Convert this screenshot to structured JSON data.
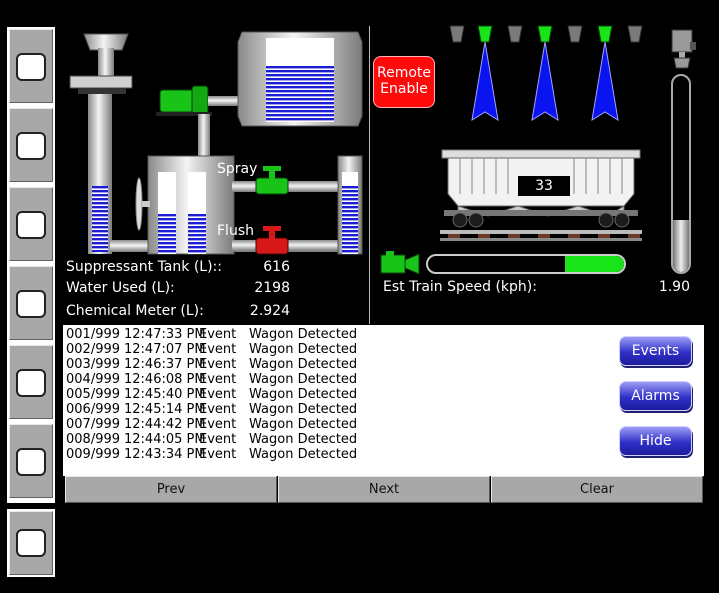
{
  "tank": {
    "suppressant_label": "Suppressant Tank (L)::",
    "suppressant_value": "616",
    "water_label": "Water Used (L):",
    "water_value": "2198",
    "chemical_label": "Chemical Meter (L):",
    "chemical_value": "2.924"
  },
  "valves": {
    "spray_label": "Spray",
    "flush_label": "Flush"
  },
  "remote_enable": {
    "line1": "Remote",
    "line2": "Enable"
  },
  "wagon_number": "33",
  "train": {
    "speed_label": "Est Train Speed (kph):",
    "speed_value": "1.90",
    "speed_bar_fraction": 0.3
  },
  "events": [
    {
      "id": "001/999",
      "time": "12:47:33 PM",
      "type": "Event",
      "desc": "Wagon Detected"
    },
    {
      "id": "002/999",
      "time": "12:47:07 PM",
      "type": "Event",
      "desc": "Wagon Detected"
    },
    {
      "id": "003/999",
      "time": "12:46:37 PM",
      "type": "Event",
      "desc": "Wagon Detected"
    },
    {
      "id": "004/999",
      "time": "12:46:08 PM",
      "type": "Event",
      "desc": "Wagon Detected"
    },
    {
      "id": "005/999",
      "time": "12:45:40 PM",
      "type": "Event",
      "desc": "Wagon Detected"
    },
    {
      "id": "006/999",
      "time": "12:45:14 PM",
      "type": "Event",
      "desc": "Wagon Detected"
    },
    {
      "id": "007/999",
      "time": "12:44:42 PM",
      "type": "Event",
      "desc": "Wagon Detected"
    },
    {
      "id": "008/999",
      "time": "12:44:05 PM",
      "type": "Event",
      "desc": "Wagon Detected"
    },
    {
      "id": "009/999",
      "time": "12:43:34 PM",
      "type": "Event",
      "desc": "Wagon Detected"
    }
  ],
  "buttons": {
    "events": "Events",
    "alarms": "Alarms",
    "hide": "Hide",
    "prev": "Prev",
    "next": "Next",
    "clear": "Clear"
  },
  "colors": {
    "water_blue": "#1c1cd0",
    "valve_green": "#18c418",
    "valve_red": "#d81818",
    "alert_red": "#ff0a0a",
    "spray_blue": "#0a14f0"
  },
  "icons": {
    "side_buttons": "blank-square-icon",
    "camera": "camera-icon",
    "nozzle": "nozzle-icon"
  }
}
